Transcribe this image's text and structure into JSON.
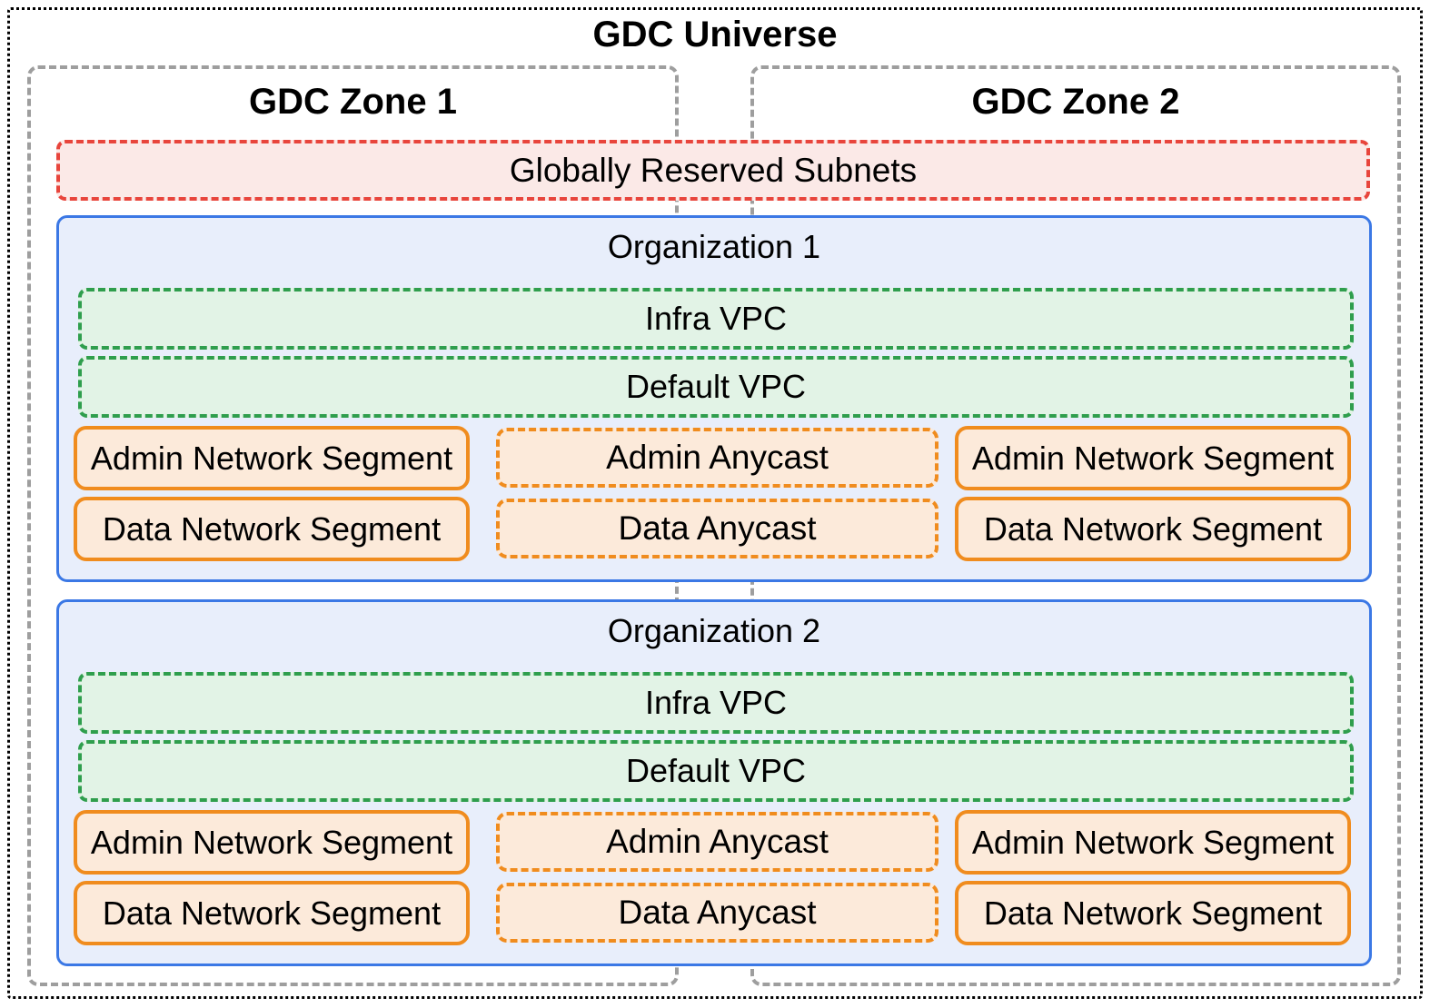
{
  "universe": {
    "title": "GDC Universe"
  },
  "zones": [
    {
      "label": "GDC Zone 1"
    },
    {
      "label": "GDC Zone 2"
    }
  ],
  "reserved_subnets": {
    "label": "Globally Reserved Subnets"
  },
  "organizations": [
    {
      "title": "Organization 1",
      "vpcs": [
        {
          "label": "Infra VPC"
        },
        {
          "label": "Default VPC"
        }
      ],
      "segments": {
        "zone1_admin": "Admin Network Segment",
        "admin_anycast": "Admin Anycast",
        "zone2_admin": "Admin Network Segment",
        "zone1_data": "Data Network Segment",
        "data_anycast": "Data Anycast",
        "zone2_data": "Data Network Segment"
      }
    },
    {
      "title": "Organization 2",
      "vpcs": [
        {
          "label": "Infra VPC"
        },
        {
          "label": "Default VPC"
        }
      ],
      "segments": {
        "zone1_admin": "Admin Network Segment",
        "admin_anycast": "Admin Anycast",
        "zone2_admin": "Admin Network Segment",
        "zone1_data": "Data Network Segment",
        "data_anycast": "Data Anycast",
        "zone2_data": "Data Network Segment"
      }
    }
  ],
  "colors": {
    "background": "#FFFFFF",
    "text": "#000000",
    "outer-border": "#000000",
    "zone-border": "#9E9E9E",
    "reserved-border": "#E8453C",
    "reserved-fill": "#FBE9E7",
    "org-border": "#3B78E5",
    "org-fill": "#E8EEFB",
    "vpc-border": "#2F9E4D",
    "vpc-fill": "#E2F3E6",
    "segment-border": "#F08C1E",
    "segment-fill": "#FCEADA"
  }
}
